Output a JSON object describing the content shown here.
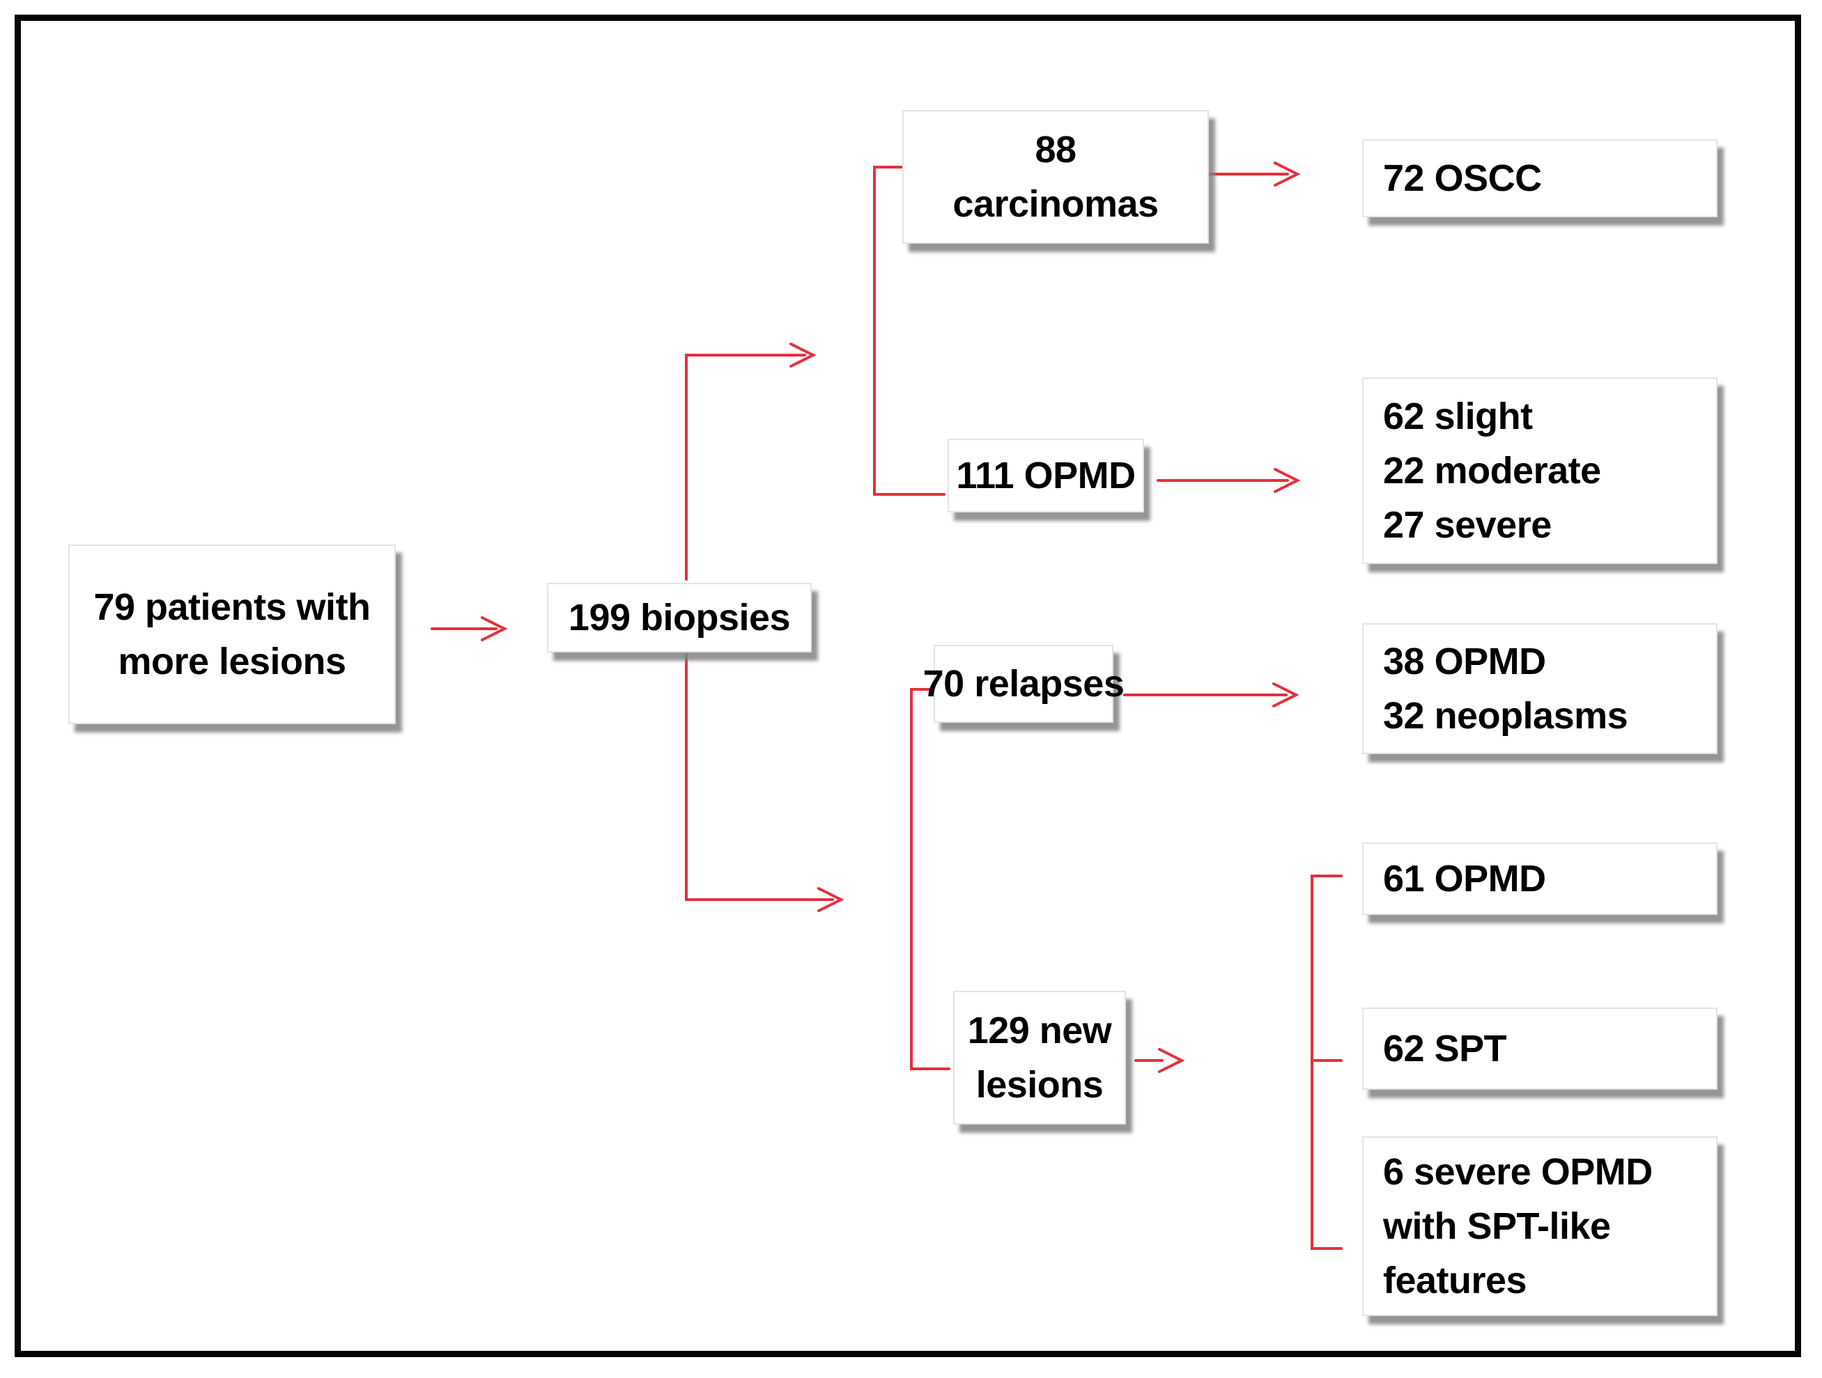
{
  "figure": {
    "background": "#ffffff",
    "frame_border_color": "#050505",
    "accent_color": "#e4303e",
    "box_shadow_color": "#828282",
    "text_color": "#000000"
  },
  "nodes": {
    "patients": {
      "lines": [
        "79 patients with",
        "more lesions"
      ]
    },
    "biopsies": {
      "lines": [
        "199 biopsies"
      ]
    },
    "carcinomas": {
      "lines": [
        "88",
        "carcinomas"
      ]
    },
    "opmd": {
      "lines": [
        "111 OPMD"
      ]
    },
    "relapses": {
      "lines": [
        "70 relapses"
      ]
    },
    "new_lesions": {
      "lines": [
        "129 new",
        "lesions"
      ]
    },
    "oscc": {
      "lines": [
        "72 OSCC"
      ]
    },
    "dysplasia_grades": {
      "lines": [
        "62 slight",
        "22 moderate",
        "27 severe"
      ]
    },
    "relapse_outcomes": {
      "lines": [
        "38 OPMD",
        "32 neoplasms"
      ]
    },
    "opmd_new": {
      "lines": [
        "61 OPMD"
      ]
    },
    "spt": {
      "lines": [
        "62 SPT"
      ]
    },
    "severe_opmd_spt": {
      "lines": [
        "6 severe OPMD",
        "with SPT-like",
        "features"
      ]
    }
  }
}
